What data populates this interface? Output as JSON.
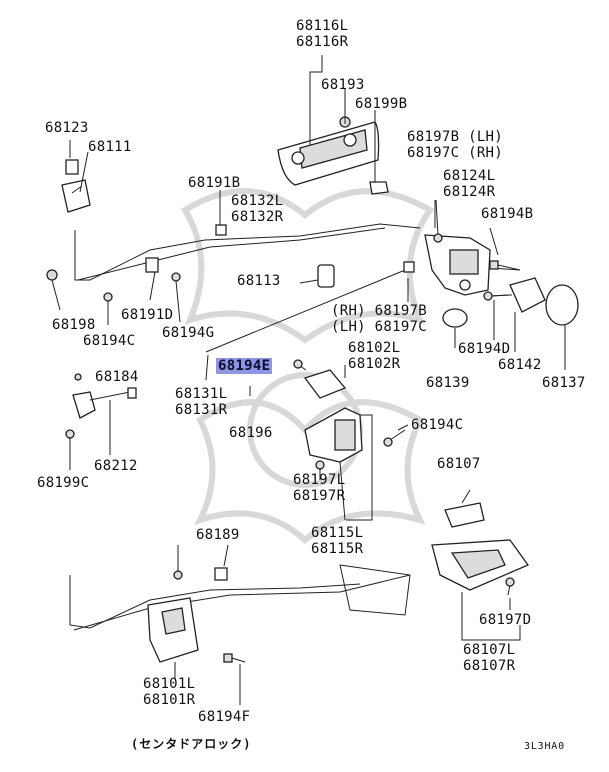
{
  "labels": {
    "p68116": "68116L\n68116R",
    "p68193": "68193",
    "p68199b": "68199B",
    "p68123": "68123",
    "p68111": "68111",
    "p68197b_bc": "68197B (LH)\n68197C (RH)",
    "p68124": "68124L\n68124R",
    "p68191b": "68191B",
    "p68132": "68132L\n68132R",
    "p68194b": "68194B",
    "p68113": "68113",
    "p68198": "68198",
    "p68191d": "68191D",
    "p68194c_left": "68194C",
    "p68194g": "68194G",
    "p68197b_c_mid": "(RH) 68197B\n(LH) 68197C",
    "p68194d": "68194D",
    "p68142": "68142",
    "p68137": "68137",
    "p68139": "68139",
    "p68194e": "68194E",
    "p68102": "68102L\n68102R",
    "p68184": "68184",
    "p68131": "68131L\n68131R",
    "p68196": "68196",
    "p68194c_right": "68194C",
    "p68212": "68212",
    "p68199c": "68199C",
    "p68107": "68107",
    "p68197": "68197L\n68197R",
    "p68115": "68115L\n68115R",
    "p68189": "68189",
    "p68197d": "68197D",
    "p68107lr": "68107L\n68107R",
    "p68101": "68101L\n68101R",
    "p68194f": "68194F",
    "caption": "(センタドアロック)",
    "code": "3L3HA0"
  },
  "highlight_color": "#8f95de"
}
